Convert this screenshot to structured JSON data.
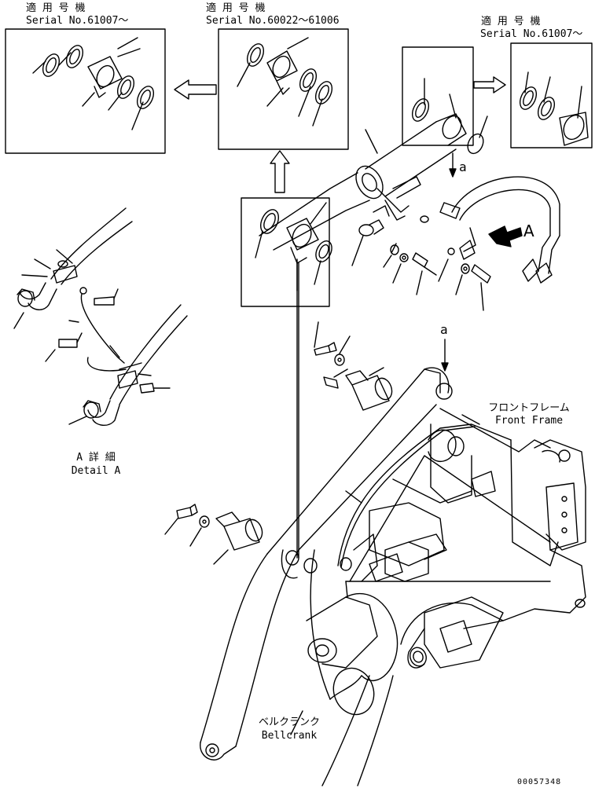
{
  "callouts": {
    "left": {
      "jp": "適 用 号 機",
      "serial": "Serial No.61007〜"
    },
    "middle": {
      "jp": "適 用 号 機",
      "serial": "Serial No.60022〜61006"
    },
    "right": {
      "jp": "適 用 号 機",
      "serial": "Serial No.61007〜"
    }
  },
  "detail_a": {
    "jp": "A 詳 細",
    "en": "Detail A"
  },
  "front_frame": {
    "jp": "フロントフレーム",
    "en": "Front Frame"
  },
  "bellcrank": {
    "jp": "ベルクランク",
    "en": "Bellcrank"
  },
  "view_marker_A": "A",
  "marker_a_upper": "a",
  "marker_a_lower": "a",
  "drawing_number": "00057348"
}
